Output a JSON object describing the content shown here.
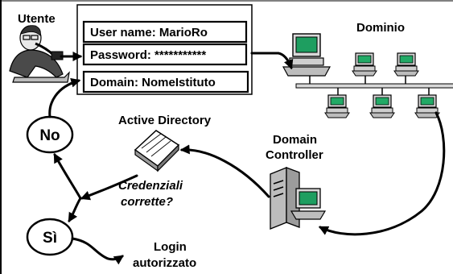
{
  "user": {
    "label": "Utente"
  },
  "login_form": {
    "username": "User name: MarioRo",
    "password": "Password: ***********",
    "domain": "Domain: NomeIstituto"
  },
  "network": {
    "label": "Dominio"
  },
  "directory": {
    "label": "Active  Directory"
  },
  "controller": {
    "line1": "Domain",
    "line2": "Controller"
  },
  "decision": {
    "line1": "Credenziali",
    "line2": "corrette?"
  },
  "no_node": {
    "label": "No"
  },
  "yes_node": {
    "label": "Sì"
  },
  "result": {
    "line1": "Login",
    "line2": "autorizzato"
  }
}
